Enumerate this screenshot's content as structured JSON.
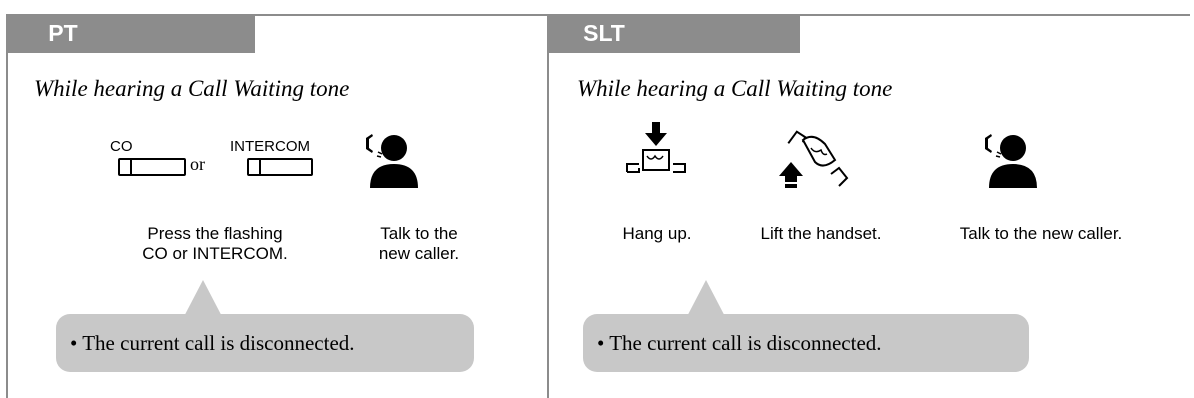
{
  "pt": {
    "tab_label": "PT",
    "heading": "While hearing a Call Waiting tone",
    "co_key_label": "CO",
    "or_label": "or",
    "intercom_key_label": "INTERCOM",
    "step1_caption_line1": "Press the flashing",
    "step1_caption_line2": "CO or INTERCOM.",
    "step2_caption_line1": "Talk to the",
    "step2_caption_line2": "new caller.",
    "note": "• The current call is disconnected.",
    "icons": [
      "flexible-button-icon",
      "talking-person-icon"
    ]
  },
  "slt": {
    "tab_label": "SLT",
    "heading": "While hearing a Call Waiting tone",
    "step1_caption": "Hang up.",
    "step2_caption": "Lift the handset.",
    "step3_caption": "Talk to the new caller.",
    "note": "• The current call is disconnected.",
    "icons": [
      "hang-up-icon",
      "lift-handset-icon",
      "talking-person-icon"
    ]
  },
  "colors": {
    "tab_background": "#8c8c8c",
    "note_background": "#c8c8c8",
    "border": "#8c8c8c"
  }
}
